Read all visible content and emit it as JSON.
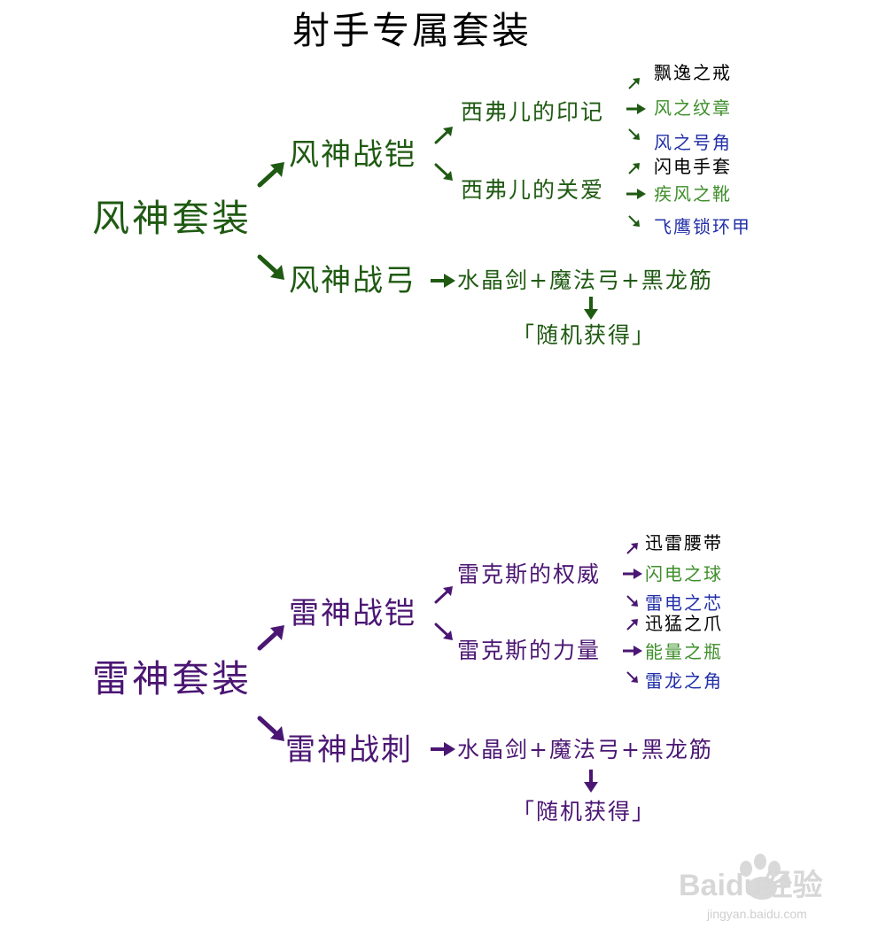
{
  "title": "射手专属套装",
  "colors": {
    "wind": "#1f5a12",
    "thunder": "#4b1673",
    "black": "#000000",
    "green": "#3e8e2a",
    "blue": "#2230a8"
  },
  "wind": {
    "set_name": "风神套装",
    "armor": {
      "name": "风神战铠",
      "sub1": {
        "name": "西弗儿的印记",
        "items": [
          "飘逸之戒",
          "风之纹章",
          "风之号角"
        ]
      },
      "sub2": {
        "name": "西弗儿的关爱",
        "items": [
          "闪电手套",
          "疾风之靴",
          "飞鹰锁环甲"
        ]
      }
    },
    "weapon": {
      "name": "风神战弓",
      "recipe": "水晶剑+魔法弓+黑龙筋",
      "result": "「随机获得」"
    }
  },
  "thunder": {
    "set_name": "雷神套装",
    "armor": {
      "name": "雷神战铠",
      "sub1": {
        "name": "雷克斯的权威",
        "items": [
          "迅雷腰带",
          "闪电之球",
          "雷电之芯"
        ]
      },
      "sub2": {
        "name": "雷克斯的力量",
        "items": [
          "迅猛之爪",
          "能量之瓶",
          "雷龙之角"
        ]
      }
    },
    "weapon": {
      "name": "雷神战刺",
      "recipe": "水晶剑+魔法弓+黑龙筋",
      "result": "「随机获得」"
    }
  },
  "watermark": {
    "brand": "Baidu经验",
    "url": "jingyan.baidu.com"
  }
}
